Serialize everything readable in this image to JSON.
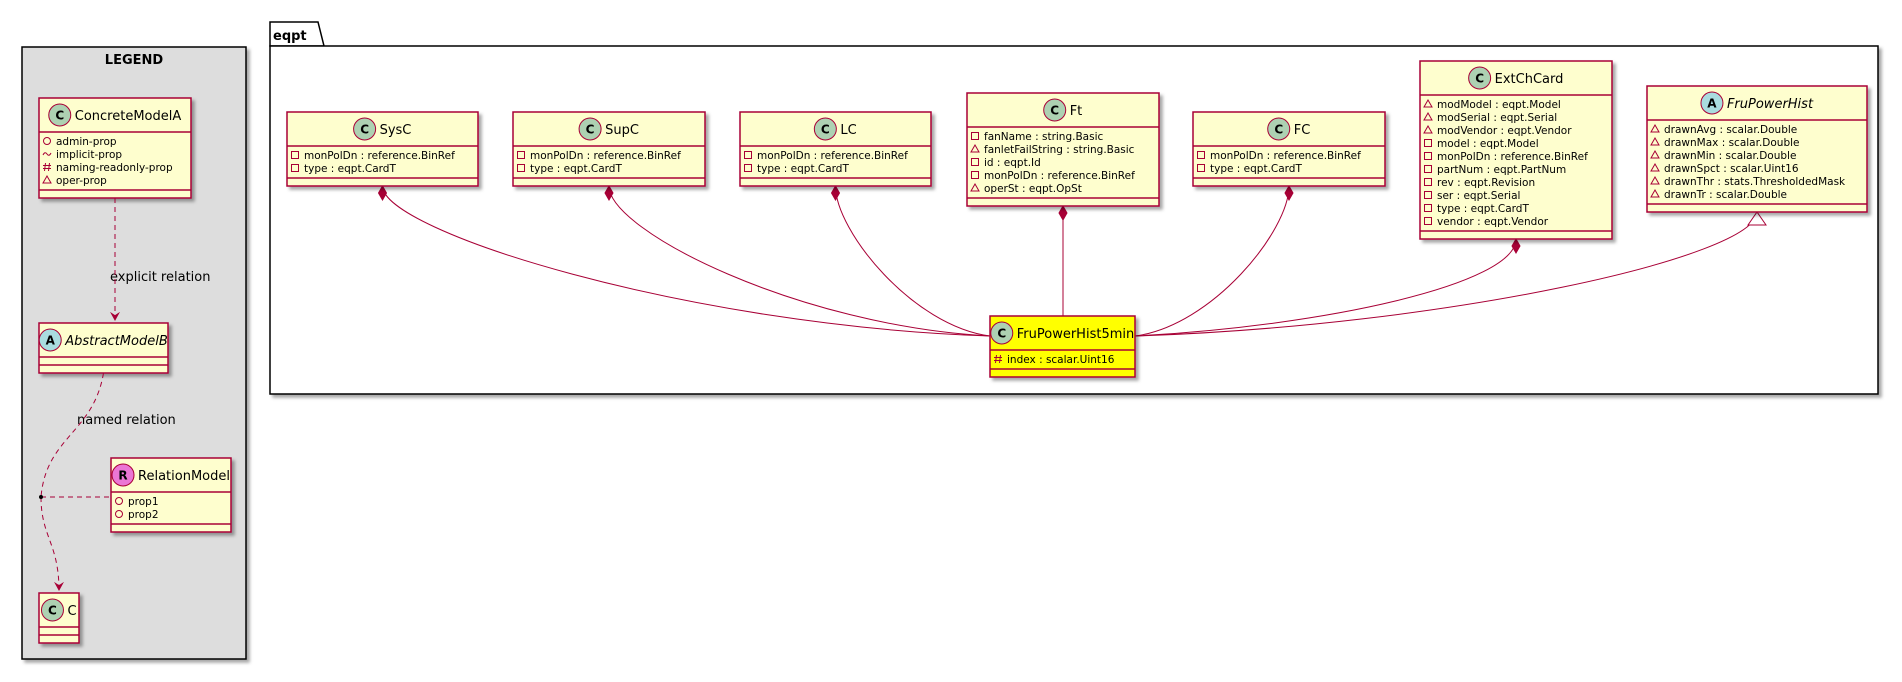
{
  "legend": {
    "title": "LEGEND",
    "relations": {
      "explicit": "explicit relation",
      "named": "named relation"
    },
    "classes": [
      {
        "key": "concrete",
        "name": "ConcreteModelA",
        "kind": "class",
        "attrs": [
          {
            "vis": "+",
            "text": "admin-prop"
          },
          {
            "vis": "~",
            "text": "implicit-prop"
          },
          {
            "vis": "#",
            "text": "naming-readonly-prop"
          },
          {
            "vis": "△",
            "text": "oper-prop"
          }
        ]
      },
      {
        "key": "abstract",
        "name": "AbstractModelB",
        "kind": "abstract",
        "attrs": []
      },
      {
        "key": "relation",
        "name": "RelationModel",
        "kind": "relation",
        "attrs": [
          {
            "vis": "+",
            "text": "prop1"
          },
          {
            "vis": "+",
            "text": "prop2"
          }
        ]
      },
      {
        "key": "c",
        "name": "C",
        "kind": "class",
        "attrs": []
      }
    ]
  },
  "package": {
    "name": "eqpt",
    "classes": [
      {
        "key": "SysC",
        "name": "SysC",
        "kind": "class",
        "attrs": [
          {
            "vis": "-",
            "text": "monPolDn : reference.BinRef"
          },
          {
            "vis": "-",
            "text": "type : eqpt.CardT"
          }
        ]
      },
      {
        "key": "SupC",
        "name": "SupC",
        "kind": "class",
        "attrs": [
          {
            "vis": "-",
            "text": "monPolDn : reference.BinRef"
          },
          {
            "vis": "-",
            "text": "type : eqpt.CardT"
          }
        ]
      },
      {
        "key": "LC",
        "name": "LC",
        "kind": "class",
        "attrs": [
          {
            "vis": "-",
            "text": "monPolDn : reference.BinRef"
          },
          {
            "vis": "-",
            "text": "type : eqpt.CardT"
          }
        ]
      },
      {
        "key": "Ft",
        "name": "Ft",
        "kind": "class",
        "attrs": [
          {
            "vis": "-",
            "text": "fanName : string.Basic"
          },
          {
            "vis": "△",
            "text": "fanletFailString : string.Basic"
          },
          {
            "vis": "-",
            "text": "id : eqpt.Id"
          },
          {
            "vis": "-",
            "text": "monPolDn : reference.BinRef"
          },
          {
            "vis": "△",
            "text": "operSt : eqpt.OpSt"
          }
        ]
      },
      {
        "key": "FC",
        "name": "FC",
        "kind": "class",
        "attrs": [
          {
            "vis": "-",
            "text": "monPolDn : reference.BinRef"
          },
          {
            "vis": "-",
            "text": "type : eqpt.CardT"
          }
        ]
      },
      {
        "key": "ExtChCard",
        "name": "ExtChCard",
        "kind": "class",
        "attrs": [
          {
            "vis": "△",
            "text": "modModel : eqpt.Model"
          },
          {
            "vis": "△",
            "text": "modSerial : eqpt.Serial"
          },
          {
            "vis": "△",
            "text": "modVendor : eqpt.Vendor"
          },
          {
            "vis": "-",
            "text": "model : eqpt.Model"
          },
          {
            "vis": "-",
            "text": "monPolDn : reference.BinRef"
          },
          {
            "vis": "-",
            "text": "partNum : eqpt.PartNum"
          },
          {
            "vis": "-",
            "text": "rev : eqpt.Revision"
          },
          {
            "vis": "-",
            "text": "ser : eqpt.Serial"
          },
          {
            "vis": "-",
            "text": "type : eqpt.CardT"
          },
          {
            "vis": "-",
            "text": "vendor : eqpt.Vendor"
          }
        ]
      },
      {
        "key": "FruPowerHist",
        "name": "FruPowerHist",
        "kind": "abstract",
        "attrs": [
          {
            "vis": "△",
            "text": "drawnAvg : scalar.Double"
          },
          {
            "vis": "△",
            "text": "drawnMax : scalar.Double"
          },
          {
            "vis": "△",
            "text": "drawnMin : scalar.Double"
          },
          {
            "vis": "△",
            "text": "drawnSpct : scalar.Uint16"
          },
          {
            "vis": "△",
            "text": "drawnThr : stats.ThresholdedMask"
          },
          {
            "vis": "△",
            "text": "drawnTr : scalar.Double"
          }
        ]
      },
      {
        "key": "FruPowerHist5min",
        "name": "FruPowerHist5min",
        "kind": "class",
        "highlight": true,
        "attrs": [
          {
            "vis": "#",
            "text": "index : scalar.Uint16"
          }
        ]
      }
    ],
    "relations": [
      {
        "from": "SysC",
        "to": "FruPowerHist5min",
        "type": "composition"
      },
      {
        "from": "SupC",
        "to": "FruPowerHist5min",
        "type": "composition"
      },
      {
        "from": "LC",
        "to": "FruPowerHist5min",
        "type": "composition"
      },
      {
        "from": "Ft",
        "to": "FruPowerHist5min",
        "type": "composition"
      },
      {
        "from": "FC",
        "to": "FruPowerHist5min",
        "type": "composition"
      },
      {
        "from": "ExtChCard",
        "to": "FruPowerHist5min",
        "type": "composition"
      },
      {
        "from": "FruPowerHist",
        "to": "FruPowerHist5min",
        "type": "generalization"
      }
    ]
  },
  "colors": {
    "class_fill": "#FEFECE",
    "class_border": "#A80036",
    "highlight_fill": "#FFFF00",
    "legend_fill": "#DDDDDD",
    "circle_class": "#ADD1B2",
    "circle_abstract": "#A9DCDF",
    "circle_relation": "#EB76D5"
  }
}
